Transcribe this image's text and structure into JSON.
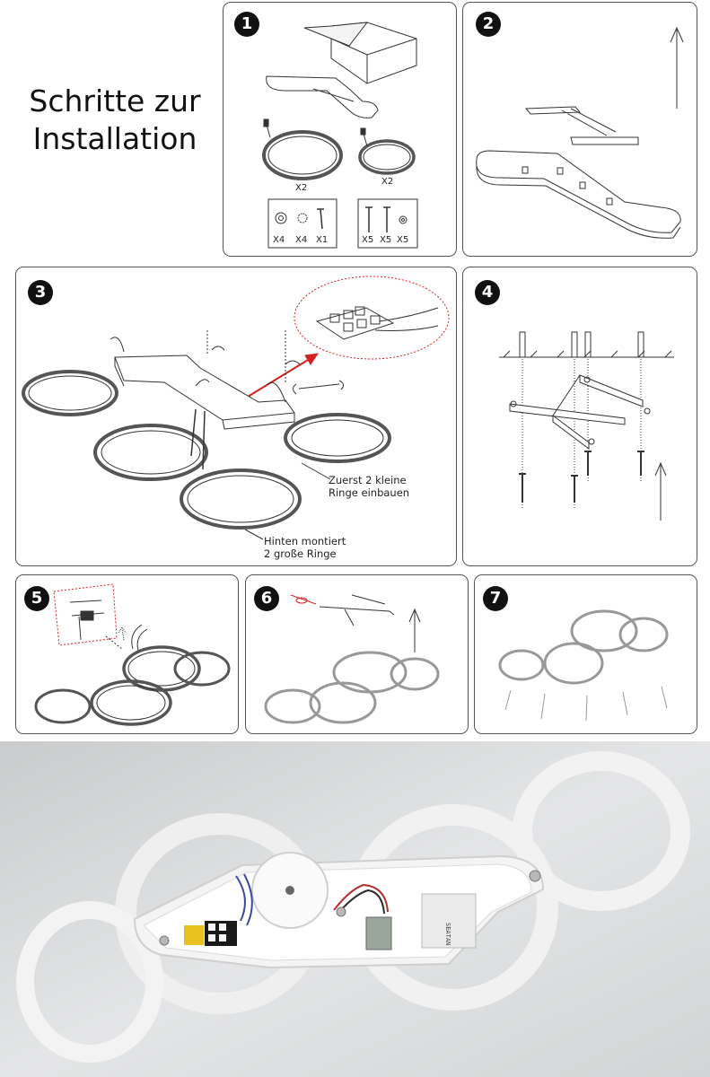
{
  "title": {
    "line1": "Schritte zur",
    "line2": "Installation"
  },
  "steps": [
    {
      "number": "1"
    },
    {
      "number": "2"
    },
    {
      "number": "3"
    },
    {
      "number": "4"
    },
    {
      "number": "5"
    },
    {
      "number": "6"
    },
    {
      "number": "7"
    }
  ],
  "step1": {
    "large_ring_qty": "X2",
    "small_ring_qty": "X2",
    "parts_left": [
      "X4",
      "X4",
      "X1"
    ],
    "parts_right": [
      "X5",
      "X5",
      "X5"
    ]
  },
  "step3": {
    "note1_line1": "Zuerst 2 kleine",
    "note1_line2": "Ringe einbauen",
    "note2_line1": "Hinten montiert",
    "note2_line2": "2 große Ringe"
  },
  "photo": {
    "brand_label": "SEATAN"
  },
  "colors": {
    "accent_arrow": "#d42020",
    "line": "#333333",
    "photo_bg": "#d9dbdc"
  }
}
